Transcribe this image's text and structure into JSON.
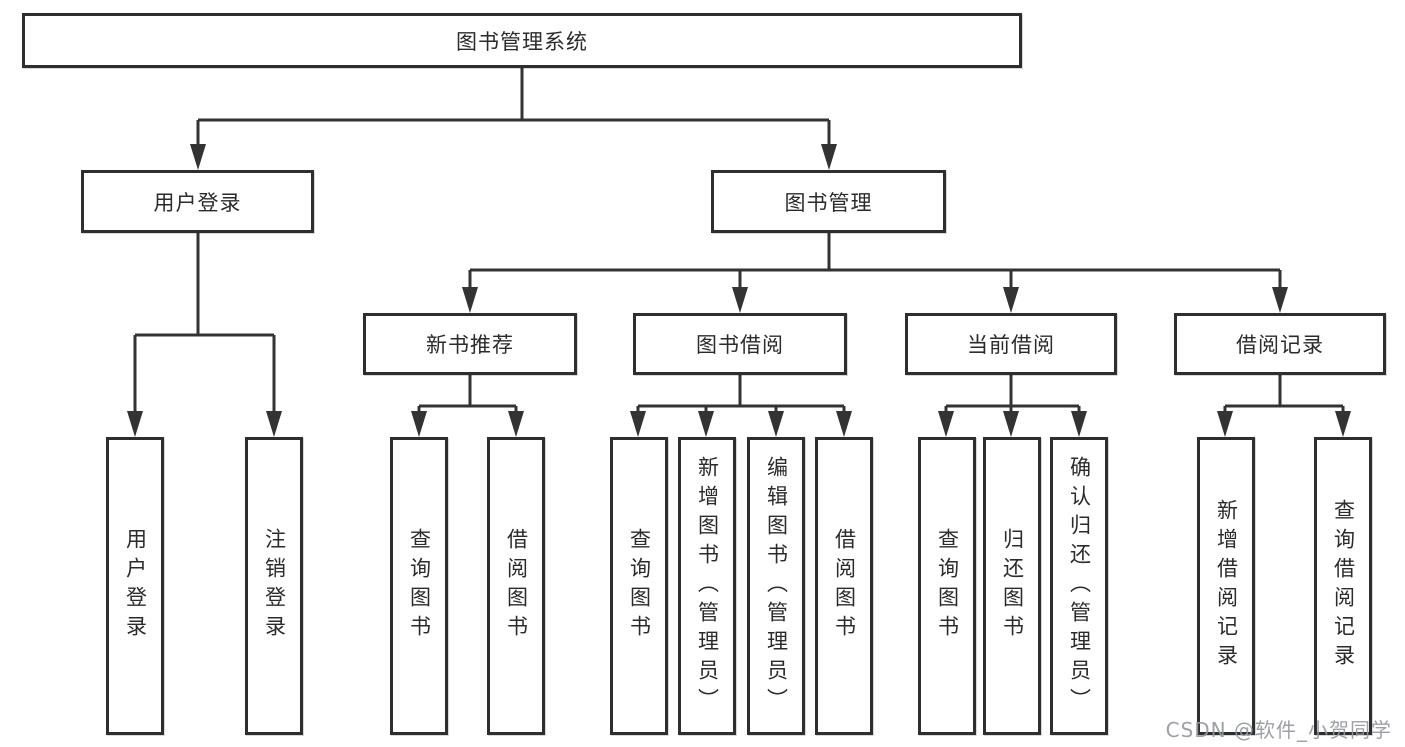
{
  "diagram_type": "hierarchy-tree",
  "colors": {
    "line": "#333333",
    "border": "#2e2e2e",
    "text": "#2b2b2b",
    "background": "#ffffff",
    "watermark": "#96989d"
  },
  "tree": {
    "label": "图书管理系统",
    "children": [
      {
        "label": "用户登录",
        "children": [
          {
            "label": "用户登录"
          },
          {
            "label": "注销登录"
          }
        ]
      },
      {
        "label": "图书管理",
        "children": [
          {
            "label": "新书推荐",
            "children": [
              {
                "label": "查询图书"
              },
              {
                "label": "借阅图书"
              }
            ]
          },
          {
            "label": "图书借阅",
            "children": [
              {
                "label": "查询图书"
              },
              {
                "label": "新增图书（管理员）"
              },
              {
                "label": "编辑图书（管理员）"
              },
              {
                "label": "借阅图书"
              }
            ]
          },
          {
            "label": "当前借阅",
            "children": [
              {
                "label": "查询图书"
              },
              {
                "label": "归还图书"
              },
              {
                "label": "确认归还（管理员）"
              }
            ]
          },
          {
            "label": "借阅记录",
            "children": [
              {
                "label": "新增借阅记录"
              },
              {
                "label": "查询借阅记录"
              }
            ]
          }
        ]
      }
    ]
  },
  "watermark": "CSDN @软件_小贺同学"
}
